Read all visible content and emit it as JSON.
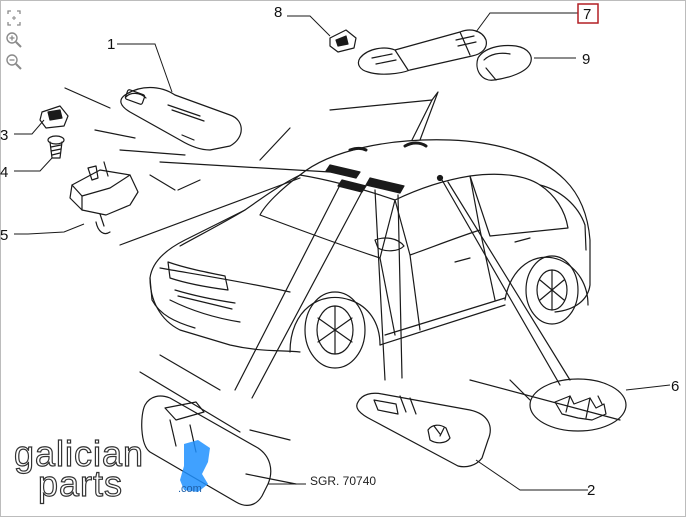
{
  "callouts": {
    "p1": "1",
    "p2": "2",
    "p3": "3",
    "p4": "4",
    "p5": "5",
    "p6": "6",
    "p7": "7",
    "p8": "8",
    "p9": "9"
  },
  "reference": "SGR. 70740",
  "logo": {
    "line1": "galician",
    "line2": "parts",
    "suffix": ".com"
  },
  "colors": {
    "highlight": "#b21f24",
    "logo_blue": "#1e90ff",
    "ink": "#111111"
  },
  "toolbar": [
    "fit-icon",
    "zoom-in-icon",
    "zoom-out-icon"
  ]
}
